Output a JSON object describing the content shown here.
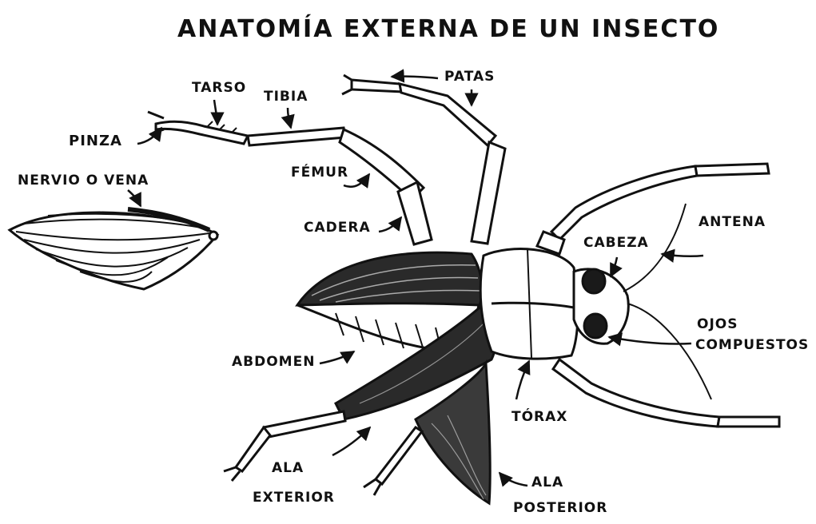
{
  "title": "ANATOMÍA EXTERNA DE UN INSECTO",
  "labels": {
    "pinza": "PINZA",
    "tarso": "TARSO",
    "tibia": "TIBIA",
    "patas": "PATAS",
    "femur": "FÉMUR",
    "nervio": "NERVIO O VENA",
    "cadera": "CADERA",
    "cabeza": "CABEZA",
    "antena": "ANTENA",
    "ojos_1": "OJOS",
    "ojos_2": "COMPUESTOS",
    "abdomen": "ABDOMEN",
    "torax": "TÓRAX",
    "ala_ext_1": "ALA",
    "ala_ext_2": "EXTERIOR",
    "ala_post_1": "ALA",
    "ala_post_2": "POSTERIOR"
  },
  "colors": {
    "ink": "#111111",
    "paper": "#ffffff",
    "wing_dark": "#2a2a2a"
  }
}
